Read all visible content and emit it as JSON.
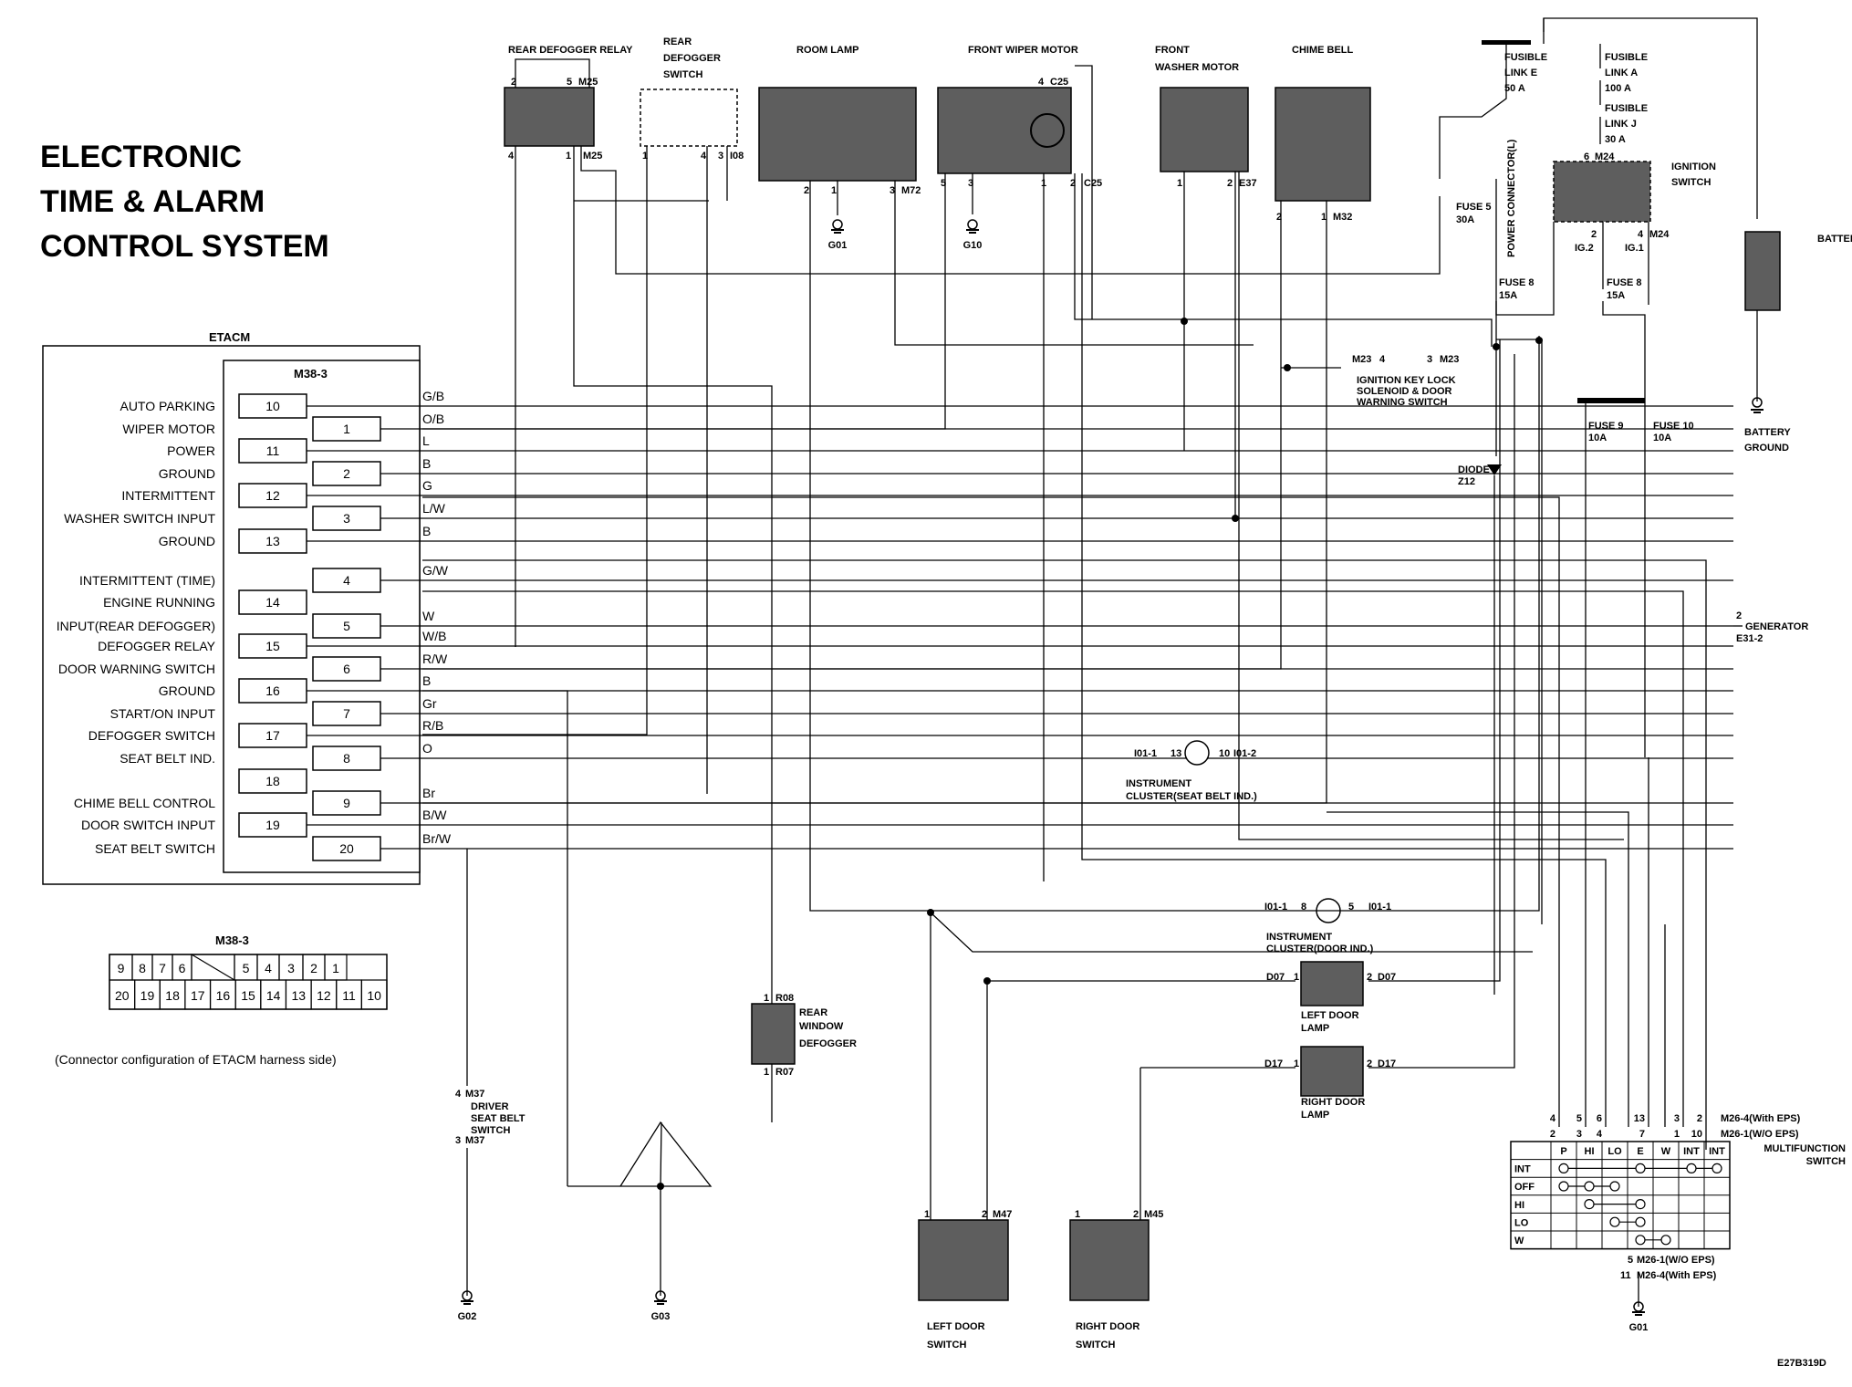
{
  "title_lines": [
    "ELECTRONIC",
    "TIME & ALARM",
    "CONTROL SYSTEM"
  ],
  "etacm": {
    "title": "ETACM",
    "connector": "M38-3",
    "rows": [
      {
        "label": "AUTO PARKING",
        "pin": "10",
        "wire": "G/B"
      },
      {
        "label": "WIPER MOTOR",
        "pin": "1",
        "wire": "O/B"
      },
      {
        "label": "POWER",
        "pin": "11",
        "wire": "L"
      },
      {
        "label": "GROUND",
        "pin": "2",
        "wire": "B"
      },
      {
        "label": "INTERMITTENT",
        "pin": "12",
        "wire": "G"
      },
      {
        "label": "WASHER SWITCH INPUT",
        "pin": "3",
        "wire": "L/W"
      },
      {
        "label": "GROUND",
        "pin": "13",
        "wire": "B"
      },
      {
        "label": "INTERMITTENT (TIME)",
        "pin": "4",
        "wire": "G/W"
      },
      {
        "label": "ENGINE RUNNING",
        "pin": "14",
        "wire": ""
      },
      {
        "label": "INPUT(REAR DEFOGGER)",
        "pin": "5",
        "wire": "W"
      },
      {
        "label": "DEFOGGER RELAY",
        "pin": "15",
        "wire": "W/B"
      },
      {
        "label": "DOOR WARNING SWITCH",
        "pin": "6",
        "wire": "R/W"
      },
      {
        "label": "GROUND",
        "pin": "16",
        "wire": "B"
      },
      {
        "label": "START/ON INPUT",
        "pin": "7",
        "wire": "Gr"
      },
      {
        "label": "DEFOGGER SWITCH",
        "pin": "17",
        "wire": "R/B"
      },
      {
        "label": "SEAT BELT IND.",
        "pin": "8",
        "wire": "O"
      },
      {
        "label": "",
        "pin": "18",
        "wire": ""
      },
      {
        "label": "CHIME BELL CONTROL",
        "pin": "9",
        "wire": "Br"
      },
      {
        "label": "DOOR SWITCH INPUT",
        "pin": "19",
        "wire": "B/W"
      },
      {
        "label": "SEAT BELT SWITCH",
        "pin": "20",
        "wire": "Br/W"
      }
    ]
  },
  "connector_table": {
    "title": "M38-3",
    "row1": [
      "9",
      "8",
      "7",
      "6",
      "",
      "5",
      "4",
      "3",
      "2",
      "1"
    ],
    "row2": [
      "20",
      "19",
      "18",
      "17",
      "16",
      "15",
      "14",
      "13",
      "12",
      "11",
      "10"
    ],
    "note": "(Connector configuration of ETACM harness side)"
  },
  "components": {
    "rear_defogger_relay": "REAR DEFOGGER RELAY",
    "rear_defogger_switch": [
      "REAR",
      "DEFOGGER",
      "SWITCH"
    ],
    "room_lamp": "ROOM LAMP",
    "front_wiper_motor": "FRONT WIPER MOTOR",
    "front_washer_motor": [
      "FRONT",
      "WASHER MOTOR"
    ],
    "chime_bell": "CHIME BELL",
    "fusible_link_e": [
      "FUSIBLE",
      "LINK E",
      "50 A"
    ],
    "fusible_link_a": [
      "FUSIBLE",
      "LINK A",
      "100 A"
    ],
    "fusible_link_j": [
      "FUSIBLE",
      "LINK J",
      "30 A"
    ],
    "ignition_switch": [
      "IGNITION",
      "SWITCH"
    ],
    "battery": "BATTERY",
    "battery_ground": [
      "BATTERY",
      "GROUND"
    ],
    "fuse5": [
      "FUSE 5",
      "30A"
    ],
    "power_connector": "POWER CONNECTOR(L)",
    "fuse8a": [
      "FUSE 8",
      "15A"
    ],
    "fuse8b": [
      "FUSE 8",
      "15A"
    ],
    "ig_key_lock": [
      "IGNITION KEY LOCK",
      "SOLENOID & DOOR",
      "WARNING SWITCH"
    ],
    "fuse9": [
      "FUSE 9",
      "10A"
    ],
    "fuse10": [
      "FUSE 10",
      "10A"
    ],
    "diode": [
      "DIODE",
      "Z12"
    ],
    "generator": [
      "GENERATOR",
      "E31-2"
    ],
    "cluster_seat_belt": [
      "INSTRUMENT",
      "CLUSTER(SEAT BELT IND.)"
    ],
    "cluster_door": [
      "INSTRUMENT",
      "CLUSTER(DOOR IND.)"
    ],
    "left_door_lamp": [
      "LEFT DOOR",
      "LAMP"
    ],
    "right_door_lamp": [
      "RIGHT DOOR",
      "LAMP"
    ],
    "rear_window_defogger": [
      "REAR",
      "WINDOW",
      "DEFOGGER"
    ],
    "driver_seat_belt": [
      "DRIVER",
      "SEAT BELT",
      "SWITCH"
    ],
    "left_door_switch": [
      "LEFT DOOR",
      "SWITCH"
    ],
    "right_door_switch": [
      "RIGHT DOOR",
      "SWITCH"
    ],
    "multifunction_switch": [
      "MULTIFUNCTION",
      "SWITCH"
    ]
  },
  "grounds": [
    "G01",
    "G10",
    "G02",
    "G03",
    "G01"
  ],
  "mf_switch": {
    "columns": [
      "P",
      "HI",
      "LO",
      "E",
      "W",
      "INT",
      "INT"
    ],
    "rows": [
      "INT",
      "OFF",
      "HI",
      "LO",
      "W"
    ],
    "top_pins_with_eps": [
      "4",
      "5",
      "6",
      "13",
      "3",
      "2"
    ],
    "top_pins_wo_eps": [
      "2",
      "3",
      "4",
      "7",
      "1",
      "10"
    ],
    "top_label_with": "M26-4(With EPS)",
    "top_label_wo": "M26-1(W/O EPS)",
    "bottom_label_wo": "M26-1(W/O EPS)",
    "bottom_label_with": "M26-4(With EPS)",
    "bottom_pin_wo": "5",
    "bottom_pin_with": "11"
  },
  "connector_codes": {
    "relay_top": [
      "2",
      "5",
      "M25"
    ],
    "relay_bot": [
      "4",
      "1",
      "M25"
    ],
    "defog_sw": [
      "1",
      "4",
      "3",
      "I08"
    ],
    "room_lamp": [
      "2",
      "1",
      "3",
      "M72"
    ],
    "wiper_top": [
      "4",
      "C25"
    ],
    "wiper_bot": [
      "5",
      "3",
      "1",
      "2",
      "C25"
    ],
    "washer": [
      "1",
      "2",
      "E37"
    ],
    "chime": [
      "2",
      "1",
      "M32"
    ],
    "ign": [
      "6",
      "M24",
      "2",
      "4",
      "M24",
      "IG.2",
      "IG.1"
    ],
    "key_lock": [
      "M23",
      "4",
      "3",
      "M23"
    ],
    "cluster1": [
      "I01-1",
      "13",
      "10",
      "I01-2"
    ],
    "cluster2": [
      "I01-1",
      "8",
      "5",
      "I01-1"
    ],
    "d07": [
      "D07",
      "1",
      "2",
      "D07"
    ],
    "d17": [
      "D17",
      "1",
      "2",
      "D17"
    ],
    "r08": [
      "1",
      "R08"
    ],
    "r07": [
      "1",
      "R07"
    ],
    "m37a": [
      "4",
      "M37"
    ],
    "m37b": [
      "3",
      "M37"
    ],
    "m47": [
      "1",
      "2",
      "M47"
    ],
    "m45": [
      "1",
      "2",
      "M45"
    ],
    "gen_pin": "2",
    "diagram_id": "E27B319D"
  }
}
